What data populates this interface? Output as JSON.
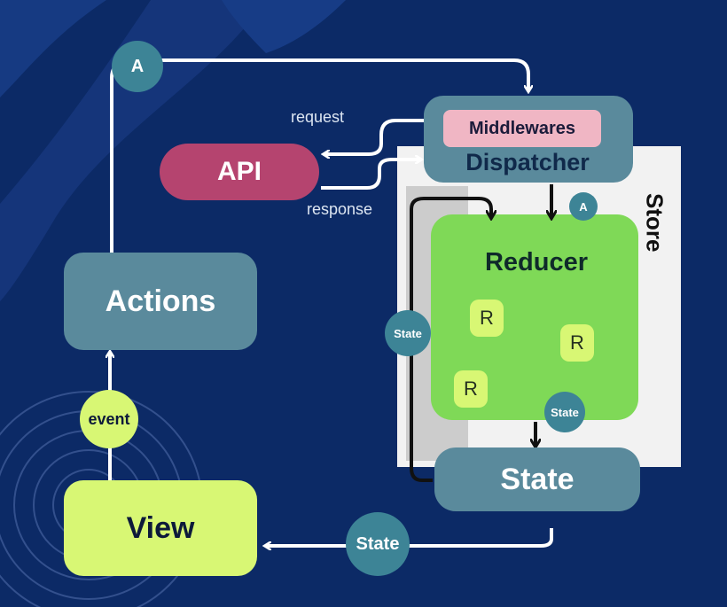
{
  "nodes": {
    "actions": "Actions",
    "view": "View",
    "api": "API",
    "middlewares": "Middlewares",
    "dispatcher": "Dispatcher",
    "store": "Store",
    "reducer": "Reducer",
    "state": "State"
  },
  "reducers": [
    "R",
    "R",
    "R"
  ],
  "badges": {
    "action_top": "A",
    "action_small": "A",
    "event": "event",
    "state_left": "State",
    "state_right": "State",
    "state_bottom": "State"
  },
  "edges": {
    "request": "request",
    "response": "response"
  },
  "colors": {
    "background": "#0c2a66",
    "box_teal": "#5a8a9c",
    "lime": "#d8f774",
    "reducer_green": "#7fd957",
    "api_pink": "#b5446f",
    "middleware_pink": "#f0b6c4",
    "store_bg": "#f2f2f2",
    "badge_teal": "#3d8496"
  }
}
